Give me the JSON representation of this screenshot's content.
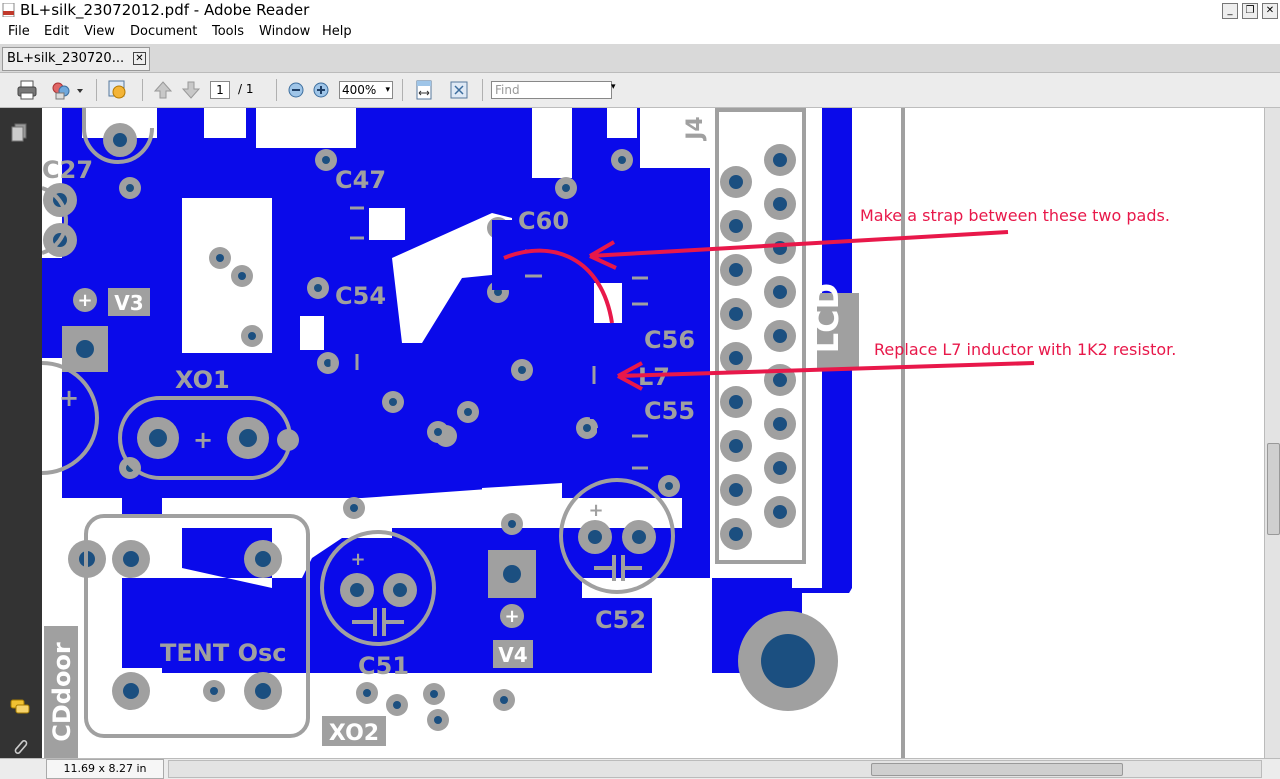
{
  "window": {
    "title": "BL+silk_23072012.pdf - Adobe Reader",
    "minimize_icon": "minimize-icon",
    "restore_icon": "restore-icon",
    "close_icon": "close-icon"
  },
  "menu": {
    "items": [
      "File",
      "Edit",
      "View",
      "Document",
      "Tools",
      "Window",
      "Help"
    ]
  },
  "doc_tab": {
    "label": "BL+silk_230720...",
    "close": "✕"
  },
  "toolbar": {
    "page_current": "1",
    "page_total": "/ 1",
    "zoom": "400%",
    "find_placeholder": "Find"
  },
  "status": {
    "page_size": "11.69 x 8.27 in"
  },
  "pcb": {
    "labels": {
      "c27": "C27",
      "c47": "C47",
      "c60": "C60",
      "c54": "C54",
      "v3": "V3",
      "xo1": "XO1",
      "c56": "C56",
      "l7": "L7",
      "c55": "C55",
      "lcd": "LCD",
      "j4": "J4",
      "c52": "C52",
      "c51": "C51",
      "v4": "V4",
      "tent_osc": "TENT Osc",
      "xo2": "XO2",
      "cddoor": "CDdoor"
    },
    "annotations": {
      "strap": "Make a strap between these two pads.",
      "replace": "Replace L7 inductor with 1K2 resistor."
    },
    "colors": {
      "copper": "#0a0aea",
      "silkscreen": "#a0a0a0",
      "pad": "#1b4f80",
      "annotation": "#e8184a"
    }
  }
}
